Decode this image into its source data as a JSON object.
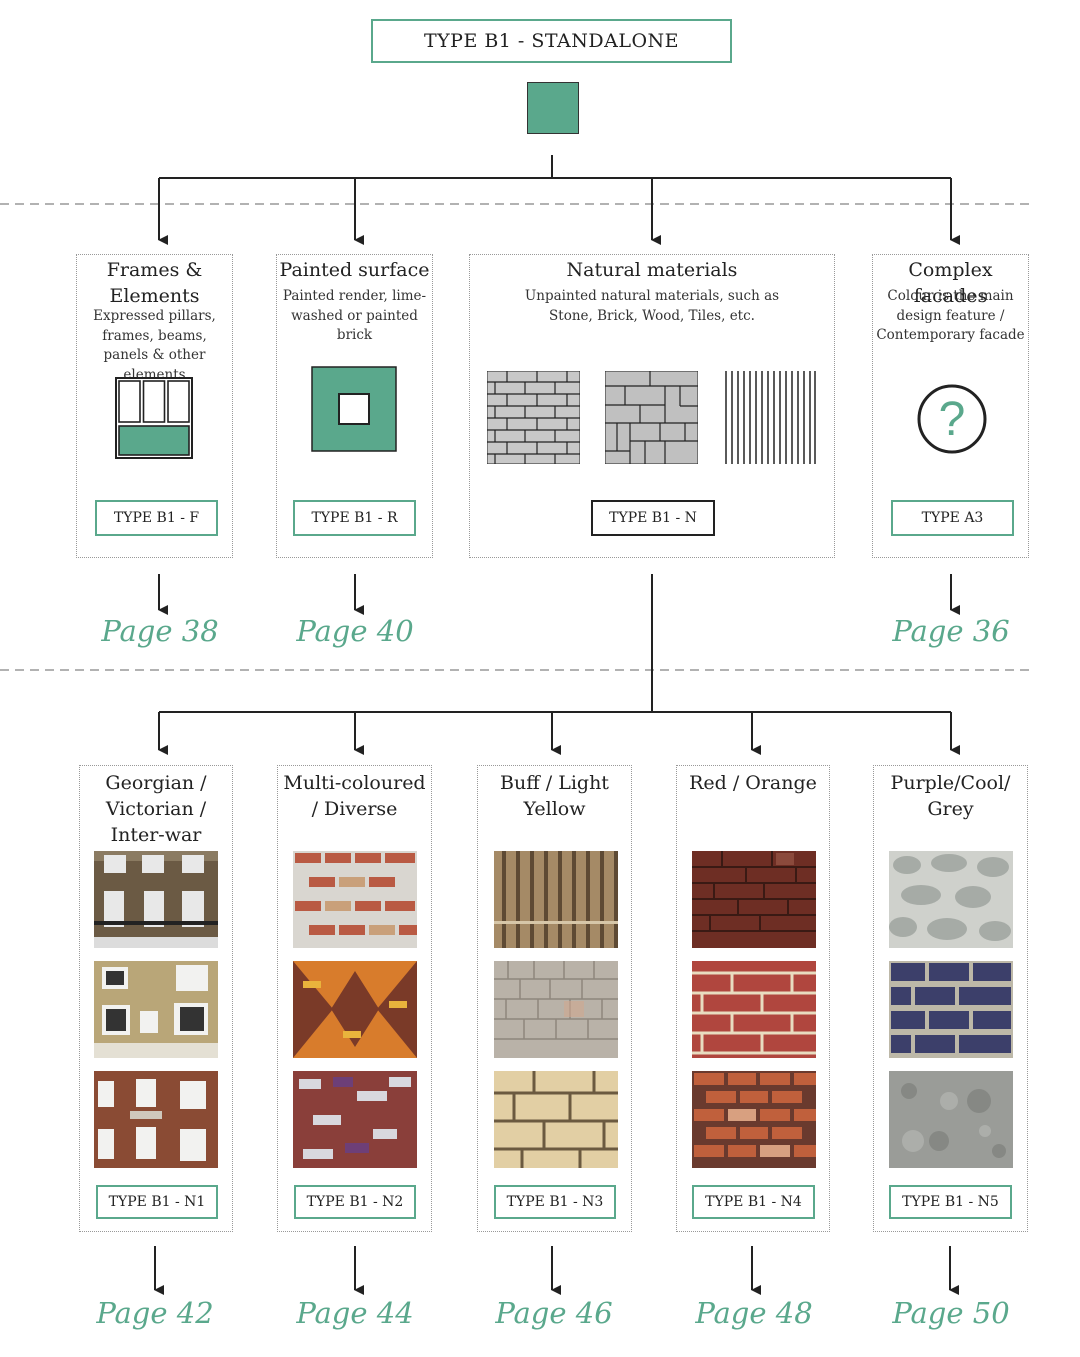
{
  "header": {
    "title": "TYPE B1 - STANDALONE"
  },
  "colors": {
    "accent": "#5aa88c",
    "line": "#222222",
    "dashed": "#999999"
  },
  "categories": [
    {
      "title": "Frames & Elements",
      "description": "Expressed pillars, frames, beams, panels & other elements",
      "type_label": "TYPE B1 - F",
      "page": "Page 38",
      "icon": "window-frame-icon"
    },
    {
      "title": "Painted surface",
      "description": "Painted render, lime-washed or painted brick",
      "type_label": "TYPE B1 - R",
      "page": "Page 40",
      "icon": "painted-square-icon"
    },
    {
      "title": "Natural materials",
      "description": "Unpainted natural materials, such as Stone, Brick, Wood, Tiles, etc.",
      "type_label": "TYPE B1 - N",
      "icon": "material-swatch-icon"
    },
    {
      "title": "Complex facades",
      "description": "Colour is the main design feature / Contemporary facade",
      "type_label": "TYPE A3",
      "page": "Page 36",
      "icon": "question-mark-icon"
    }
  ],
  "subcategories": [
    {
      "title": "Georgian / Victorian / Inter-war",
      "type_label": "TYPE B1 - N1",
      "page": "Page 42"
    },
    {
      "title": "Multi-coloured / Diverse",
      "type_label": "TYPE B1 - N2",
      "page": "Page 44"
    },
    {
      "title": "Buff / Light Yellow",
      "type_label": "TYPE B1 - N3",
      "page": "Page 46"
    },
    {
      "title": "Red / Orange",
      "type_label": "TYPE B1 - N4",
      "page": "Page 48"
    },
    {
      "title": "Purple/Cool/ Grey",
      "type_label": "TYPE B1 - N5",
      "page": "Page 50"
    }
  ]
}
